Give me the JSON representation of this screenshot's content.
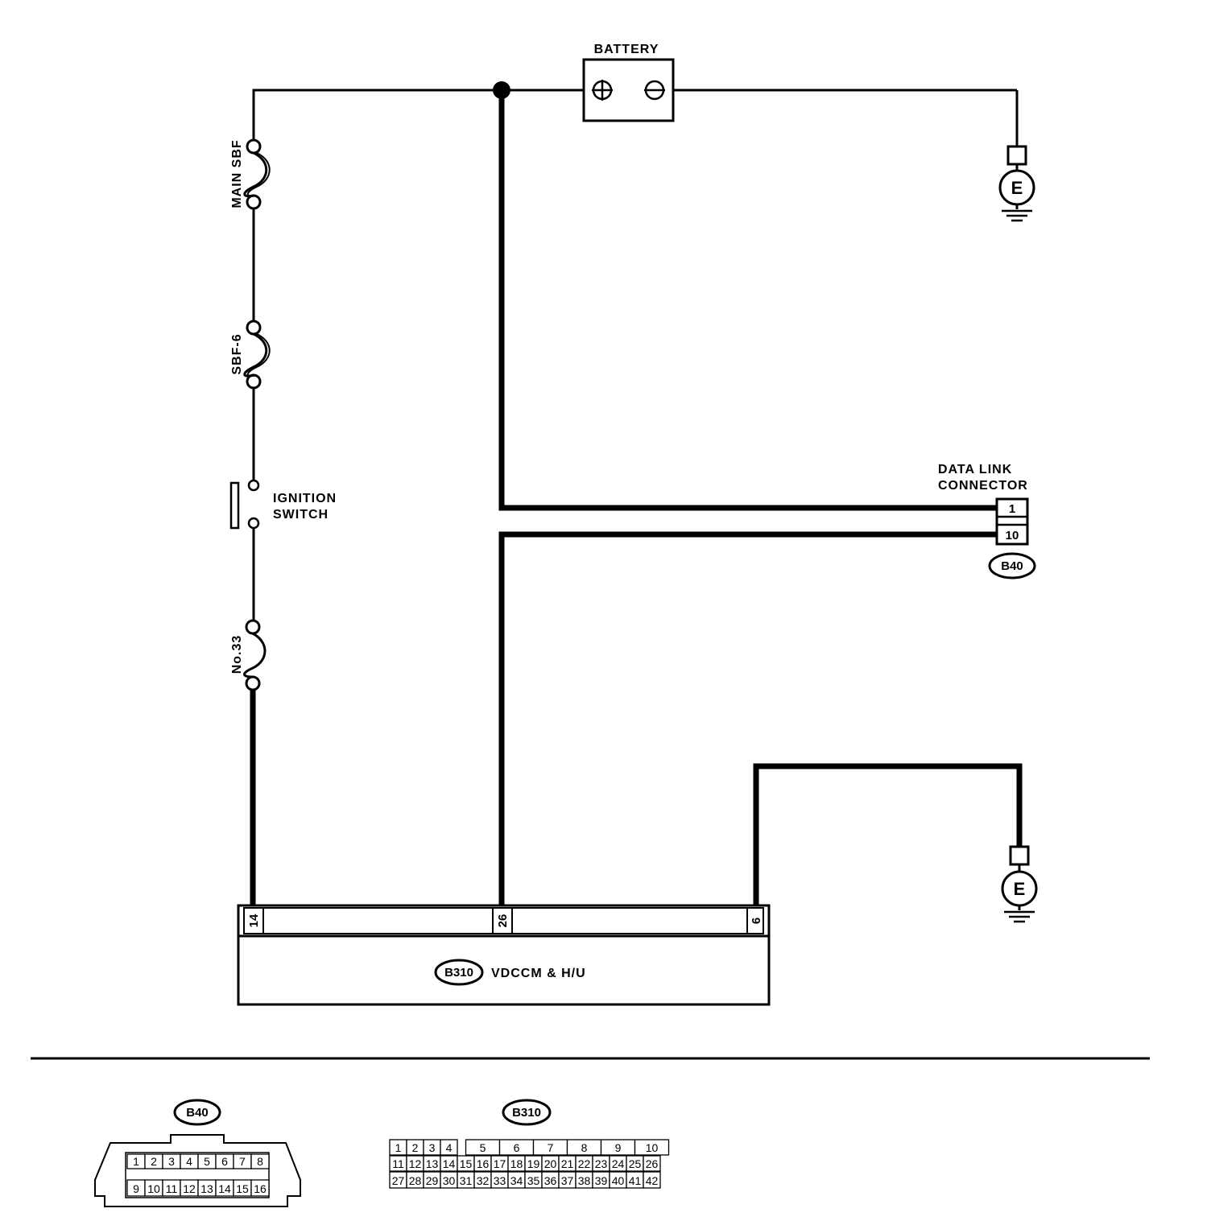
{
  "colors": {
    "wire": "#000000",
    "background": "#ffffff"
  },
  "labels": {
    "battery": "BATTERY",
    "battery_plus": "plus-icon",
    "battery_minus": "minus-icon",
    "main_sbf": "MAIN SBF",
    "sbf6": "SBF-6",
    "ignition_line1": "IGNITION",
    "ignition_line2": "SWITCH",
    "no33": "No.33",
    "dlc_line1": "DATA LINK",
    "dlc_line2": "CONNECTOR",
    "ground": "E",
    "vdc_module": "VDCCM & H/U"
  },
  "connectors": {
    "b40": {
      "code": "B40",
      "pins": [
        "1",
        "10"
      ],
      "face_row1": [
        "1",
        "2",
        "3",
        "4",
        "5",
        "6",
        "7",
        "8"
      ],
      "face_row2": [
        "9",
        "10",
        "11",
        "12",
        "13",
        "14",
        "15",
        "16"
      ]
    },
    "b310": {
      "code": "B310",
      "pins": [
        "14",
        "26",
        "6"
      ],
      "row1": [
        "1",
        "2",
        "3",
        "4",
        "5",
        "6",
        "7",
        "8",
        "9",
        "10"
      ],
      "row2": [
        "11",
        "12",
        "13",
        "14",
        "15",
        "16",
        "17",
        "18",
        "19",
        "20",
        "21",
        "22",
        "23",
        "24",
        "25",
        "26"
      ],
      "row3": [
        "27",
        "28",
        "29",
        "30",
        "31",
        "32",
        "33",
        "34",
        "35",
        "36",
        "37",
        "38",
        "39",
        "40",
        "41",
        "42"
      ]
    }
  }
}
